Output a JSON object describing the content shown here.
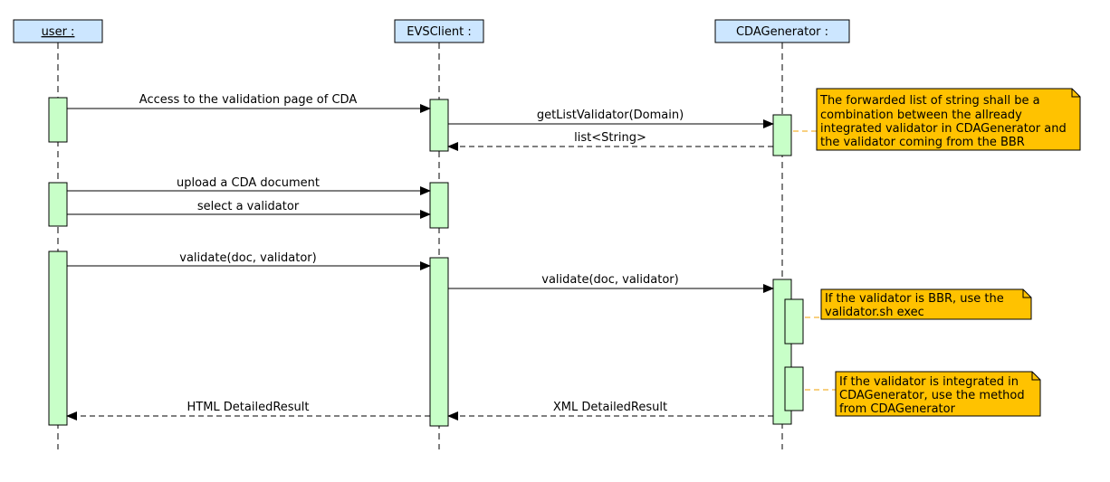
{
  "colors": {
    "participant_fill": "#cce6ff",
    "activation_fill": "#c8ffc8",
    "note_fill": "#ffc200",
    "note_connector": "#f0a000",
    "line": "#000000"
  },
  "participants": [
    {
      "id": "user",
      "label": "user :"
    },
    {
      "id": "evs",
      "label": "EVSClient :"
    },
    {
      "id": "cda",
      "label": "CDAGenerator :"
    }
  ],
  "messages": [
    {
      "id": "m1",
      "label": "Access to the validation page of CDA",
      "from": "user",
      "to": "evs",
      "kind": "sync"
    },
    {
      "id": "m2",
      "label": "getListValidator(Domain)",
      "from": "evs",
      "to": "cda",
      "kind": "sync"
    },
    {
      "id": "m3",
      "label": "list<String>",
      "from": "cda",
      "to": "evs",
      "kind": "return"
    },
    {
      "id": "m4",
      "label": "upload a CDA document",
      "from": "user",
      "to": "evs",
      "kind": "sync"
    },
    {
      "id": "m5",
      "label": "select a validator",
      "from": "user",
      "to": "evs",
      "kind": "sync"
    },
    {
      "id": "m6",
      "label": "validate(doc, validator)",
      "from": "user",
      "to": "evs",
      "kind": "sync"
    },
    {
      "id": "m7",
      "label": "validate(doc, validator)",
      "from": "evs",
      "to": "cda",
      "kind": "sync"
    },
    {
      "id": "m8",
      "label": "XML DetailedResult",
      "from": "cda",
      "to": "evs",
      "kind": "return"
    },
    {
      "id": "m9",
      "label": "HTML DetailedResult",
      "from": "evs",
      "to": "user",
      "kind": "return"
    }
  ],
  "notes": [
    {
      "id": "n1",
      "lines": [
        "The forwarded list of string shall be a",
        "combination between the allready",
        "integrated validator in CDAGenerator and",
        "the validator coming from the BBR"
      ]
    },
    {
      "id": "n2",
      "lines": [
        "If the validator is BBR, use the",
        "validator.sh exec"
      ]
    },
    {
      "id": "n3",
      "lines": [
        "If the validator is integrated in",
        "CDAGenerator, use the method",
        "from CDAGenerator"
      ]
    }
  ]
}
